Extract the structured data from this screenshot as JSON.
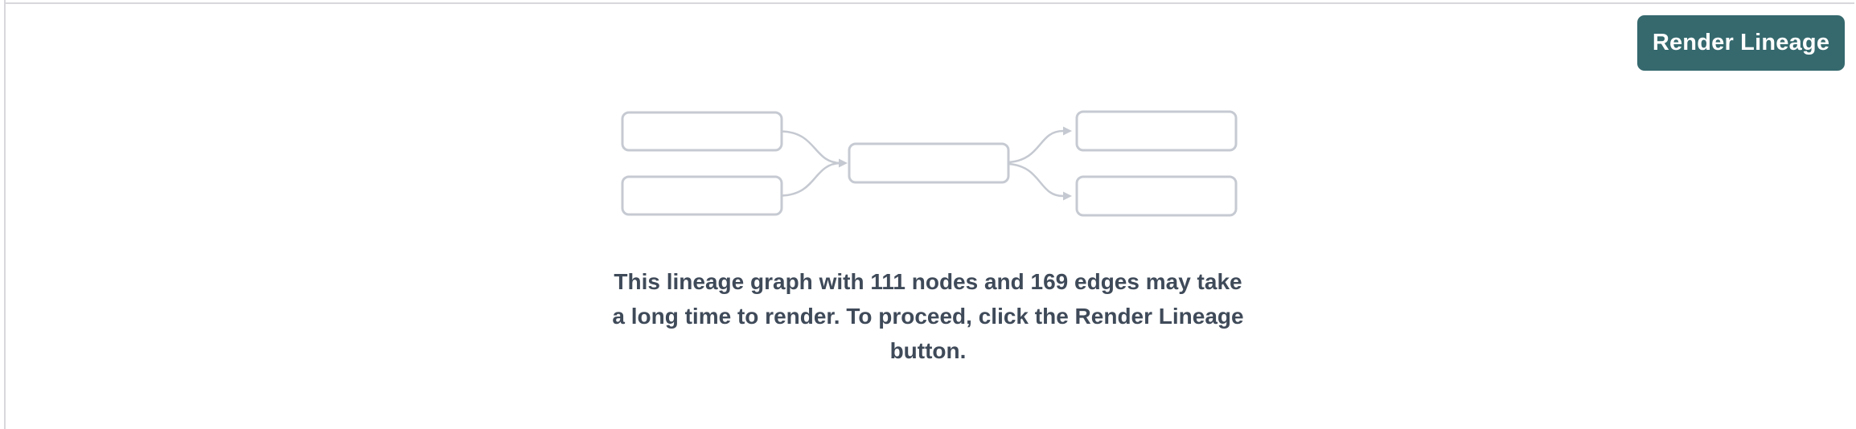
{
  "panel": {
    "background": "#ffffff",
    "divider_color": "#d8d8dc"
  },
  "toolbar": {
    "render_button": {
      "label": "Render Lineage",
      "background": "#35696e",
      "text_color": "#ffffff"
    }
  },
  "placeholder": {
    "graphic": {
      "node_fill": "#ffffff",
      "node_border_color": "#c6cad2",
      "edge_color": "#c5c9d1"
    },
    "message": {
      "lines": [
        "This lineage graph with 111 nodes and 169 edges may take",
        "a long time to render. To proceed, click the Render Lineage",
        "button."
      ],
      "full_text": "This lineage graph with 111 nodes and 169 edges may take a long time to render. To proceed, click the Render Lineage button.",
      "node_count": "111",
      "edge_count": "169",
      "text_color": "#3f4a59"
    }
  }
}
